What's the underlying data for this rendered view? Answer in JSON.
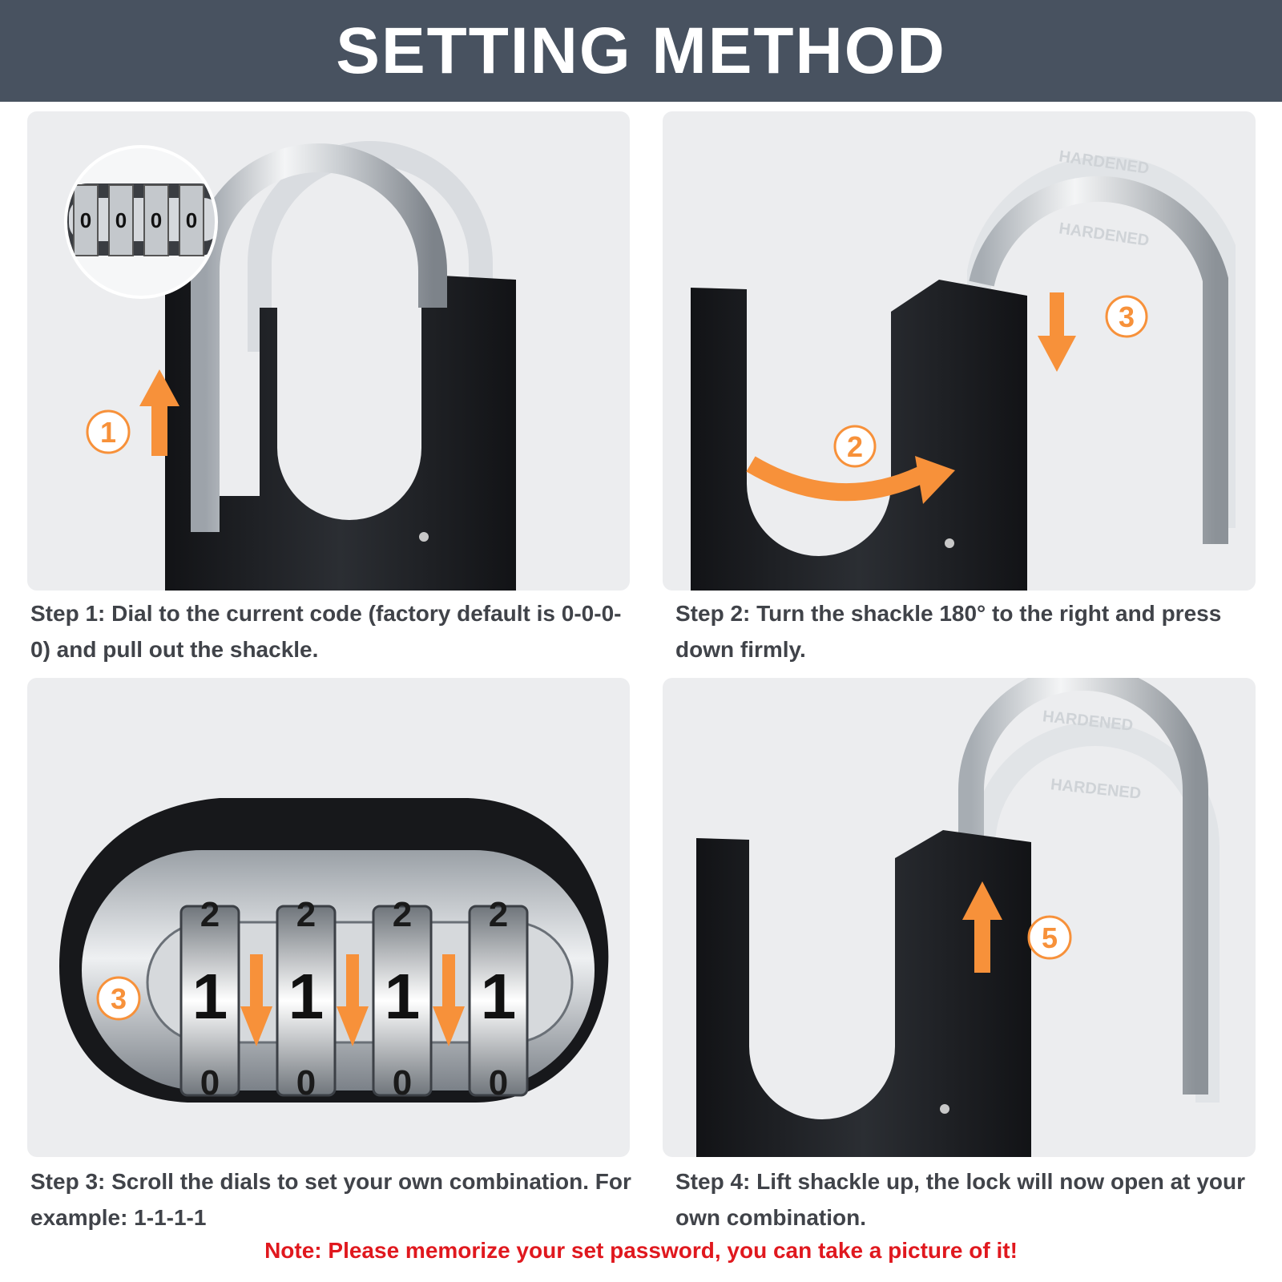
{
  "header": {
    "title": "SETTING METHOD"
  },
  "colors": {
    "header_bg": "#485260",
    "panel_bg": "#ecedef",
    "accent": "#f7913a",
    "note": "#e0181e",
    "lock_body": "#1b1d21"
  },
  "steps": [
    {
      "text": "Step 1: Dial to the current code (factory default is 0-0-0-0) and pull out the shackle.",
      "markers": [
        "1"
      ],
      "inset_digits": [
        "0",
        "0",
        "0",
        "0"
      ]
    },
    {
      "text": "Step 2: Turn the shackle 180° to the right and press down firmly.",
      "markers": [
        "2",
        "3"
      ],
      "shackle_engraving": "HARDENED"
    },
    {
      "text": "Step 3: Scroll the dials to set your own combination. For example: 1-1-1-1",
      "markers": [
        "3"
      ],
      "dial_digits": [
        "1",
        "1",
        "1",
        "1"
      ],
      "dial_digits_above": [
        "2",
        "2",
        "2",
        "2"
      ],
      "dial_digits_below": [
        "0",
        "0",
        "0",
        "0"
      ]
    },
    {
      "text": "Step 4: Lift shackle up,  the lock will now open at your own combination.",
      "markers": [
        "5"
      ],
      "shackle_engraving": "HARDENED"
    }
  ],
  "note": "Note: Please memorize your set password, you can take a picture of it!"
}
